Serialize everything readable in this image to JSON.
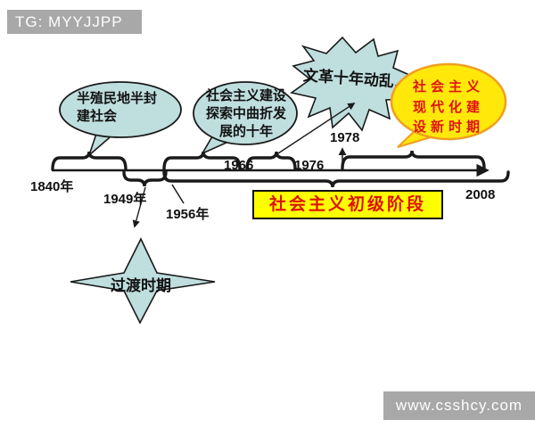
{
  "overlays": {
    "tg_label": "TG: MYYJJPP",
    "watermark": "www.csshcy.com"
  },
  "timeline": {
    "years": [
      {
        "label": "1840年"
      },
      {
        "label": "1949年"
      },
      {
        "label": "1956年"
      },
      {
        "label": "1966"
      },
      {
        "label": "1976"
      },
      {
        "label": "1978"
      },
      {
        "label": "2008"
      }
    ]
  },
  "callouts": {
    "semi_colonial": {
      "text": "半殖民地半封\n建社会"
    },
    "socialist_exploration": {
      "text": "社会主义建设\n探索中曲折发\n展的十年"
    },
    "cultural_revolution": {
      "text": "文革十年动乱"
    },
    "new_era": {
      "text": "社会主义\n现代化建\n设新时期"
    },
    "transition_period": {
      "text": "过渡时期"
    },
    "primary_stage": {
      "text": "社会主义初级阶段"
    }
  },
  "colors": {
    "bubble_fill": "#bfdede",
    "outline": "#1a1a1a",
    "yellow_bubble_fill": "#ffe80a",
    "yellow_bubble_stroke": "#ef9f1f",
    "highlight_box_fill": "#ffff00",
    "red_text": "#dd1100",
    "gray_overlay": "#a8a8a8"
  }
}
